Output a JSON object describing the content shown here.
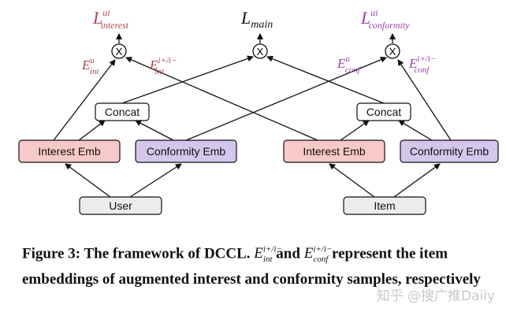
{
  "top": {
    "left_loss": "L",
    "left_loss_sup": "ui",
    "left_loss_sub": "interest",
    "center_loss": "L",
    "center_loss_sub": "main",
    "right_loss": "L",
    "right_loss_sup": "ui",
    "right_loss_sub": "conformity",
    "multiply_symbol": "X"
  },
  "edge_labels": {
    "e_int_u": "E",
    "e_int_u_sup": "u",
    "e_int_u_sub": "int",
    "e_int_i": "E",
    "e_int_i_sup": "i+/i−",
    "e_int_i_sub": "int",
    "e_conf_u": "E",
    "e_conf_u_sup": "u",
    "e_conf_u_sub": "conf",
    "e_conf_i": "E",
    "e_conf_i_sup": "i+/i−",
    "e_conf_i_sub": "conf"
  },
  "boxes": {
    "concat_left": "Concat",
    "concat_right": "Concat",
    "interest_emb_left": "Interest Emb",
    "conformity_emb_left": "Conformity Emb",
    "interest_emb_right": "Interest Emb",
    "conformity_emb_right": "Conformity Emb",
    "user": "User",
    "item": "Item"
  },
  "colors": {
    "interest_fill": "#f8c9c9",
    "conformity_fill": "#d5c6ec",
    "neutral_fill": "#ececec",
    "interest_text": "#a8454d",
    "conformity_text": "#9b3fb0"
  },
  "caption": {
    "prefix": "Figure 3: The framework of DCCL. ",
    "e1": "E",
    "e1_sup": "i+/i−",
    "e1_sub": "int",
    "and": " and ",
    "e2": "E",
    "e2_sup": "i+/i−",
    "e2_sub": "conf",
    "suffix": " represent the item embeddings of augmented interest and conformity samples, respectively"
  },
  "watermark": "知乎 @搜广推Daily"
}
